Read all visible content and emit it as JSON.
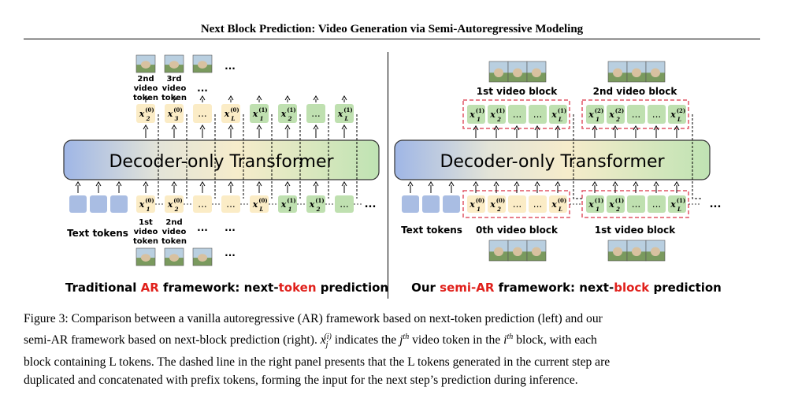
{
  "header": {
    "title": "Next Block Prediction: Video Generation via Semi-Autoregressive Modeling"
  },
  "left_panel": {
    "transformer_label": "Decoder-only Transformer",
    "text_tokens_label": "Text tokens",
    "ellipsis": "...",
    "output_tokens": [
      "x_2^(0)",
      "x_3^(0)",
      "...",
      "x_L^(0)",
      "x_1^(1)",
      "x_2^(1)",
      "...",
      "x_L^(1)"
    ],
    "input_tokens": [
      "x_1^(0)",
      "x_2^(0)",
      "...",
      "...",
      "x_L^(0)",
      "x_1^(1)",
      "x_2^(1)",
      "..."
    ],
    "top_labels": [
      "2nd video token",
      "3rd video token"
    ],
    "bottom_labels": [
      "1st video token",
      "2nd video token"
    ],
    "framework_parts": [
      "Traditional ",
      "AR",
      " framework: next-",
      "token",
      " prediction"
    ]
  },
  "right_panel": {
    "transformer_label": "Decoder-only Transformer",
    "text_tokens_label": "Text tokens",
    "ellipsis": "...",
    "top_block_labels": [
      "1st video block",
      "2nd video block"
    ],
    "bottom_block_labels": [
      "0th video block",
      "1st video block"
    ],
    "output_tokens_block1": [
      "x_1^(1)",
      "x_2^(1)",
      "...",
      "...",
      "x_L^(1)"
    ],
    "output_tokens_block2": [
      "x_1^(2)",
      "x_2^(2)",
      "...",
      "...",
      "x_L^(2)"
    ],
    "input_tokens_block0": [
      "x_1^(0)",
      "x_2^(0)",
      "...",
      "...",
      "x_L^(0)"
    ],
    "input_tokens_block1": [
      "x_1^(1)",
      "x_2^(1)",
      "...",
      "...",
      "x_L^(1)"
    ],
    "framework_parts": [
      "Our ",
      "semi-AR",
      " framework: next-",
      "block",
      " prediction"
    ]
  },
  "caption": {
    "line1": "Figure 3: Comparison between a vanilla autoregressive (AR) framework based on next-token prediction (left) and our",
    "line2_a": "semi-AR framework based on next-block prediction (right). ",
    "line2_math": "x_j^(i)",
    "line2_b": " indicates the ",
    "line2_j": "j^th",
    "line2_c": " video token in the ",
    "line2_i": "i^th",
    "line2_d": " block, with each",
    "line3": "block containing L tokens. The dashed line in the right panel presents that the L tokens generated in the current step are",
    "line4": "duplicated and concatenated with prefix tokens, forming the input for the next step’s prediction during inference."
  },
  "colors": {
    "blue_token": "#a9bde3",
    "yellow_token": "#fbecc6",
    "green_token": "#bfe0b0",
    "red_accent": "#e0201b",
    "dashed_box": "#e05565"
  }
}
